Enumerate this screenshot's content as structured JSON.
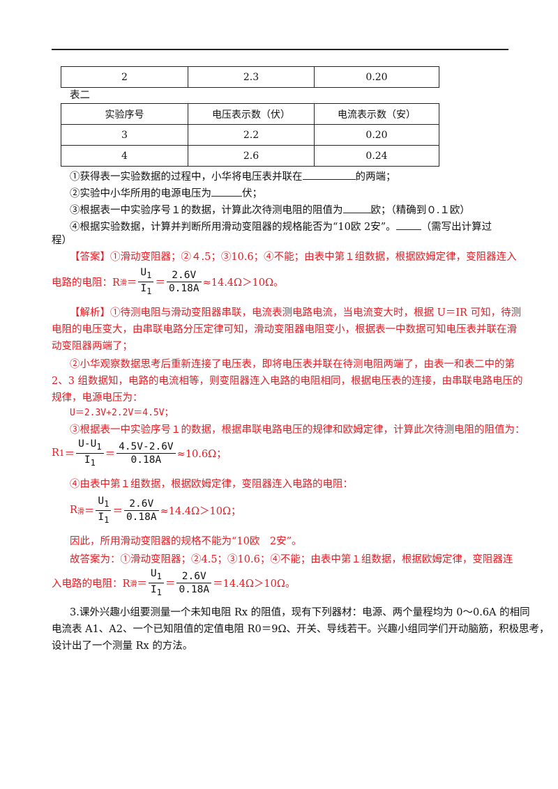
{
  "table1_row": [
    "2",
    "2.3",
    "0.20"
  ],
  "table2": {
    "caption": "表二",
    "headers": [
      "实验序号",
      "电压表示数（伏）",
      "电流表示数（安）"
    ],
    "rows": [
      [
        "3",
        "2.2",
        "0.20"
      ],
      [
        "4",
        "2.6",
        "0.24"
      ]
    ]
  },
  "questions": {
    "q1a": "①获得表一实验数据的过程中，小华将电压表并联在",
    "q1b": "的两端；",
    "q2a": "②实验中小华所用的电源电压为",
    "q2b": "伏；",
    "q3a": "③根据表一中实验序号１的数据，计算此次待测电阻的阻值为",
    "q3b": "欧；（精确到０.１欧）",
    "q4a": "④根据实验数据，计算并判断所用滑动变阻器的规格能否为“10欧 2安”。",
    "q4b": "（需写出计算过",
    "q4c": "程）"
  },
  "answer": {
    "line1": "【答案】①滑动变阻器；②４.5；③10.6；④不能；由表中第１组数据，根据欧姆定律，变阻器连入",
    "line2_prefix": "电路的电阻：R",
    "sub_hua": "滑",
    "eq": "＝",
    "u1": "U",
    "i1": "I",
    "sub1": "1",
    "num": "2.6V",
    "den": "0.18A",
    "result": "≈14.4Ω＞10Ω。"
  },
  "analysis": {
    "p1_l1": "【解析】①待测电阻与滑动变阻器串联，电流表测电路电流，当电流变大时，根据 U＝IR 可知，待测",
    "p1_l2": "电阻的电压变大，由串联电路分压定律可知，滑动变阻器电阻变小，根据表一中数据可知电压表并联在滑",
    "p1_l3": "动变阻器两端了；",
    "p2_l1": "②小华观察数据思考后重新连接了电压表，即将电压表并联在待测电阻两端了，由表一和表二中的第",
    "p2_l2": "2、3 组数据知，电路的电流相等，则变阻器连入电路的电阻相同，根据电压表的连接，由串联电路电压的",
    "p2_l3": "规律，电源电压为：",
    "p2_eq": "U＝2.3V+2.2V＝4.5V；",
    "p3_l1": "③根据表一中实验序号１的数据，根据串联电路电压的规律和欧姆定律，计算此次待测电阻的阻值为：",
    "p3_r": "R",
    "p3_num": "U-U",
    "p3_num2": "4.5V-2.6V",
    "p3_den2": "0.18A",
    "p3_result": "≈10.6Ω；",
    "p4_l1": "④由表中第１组数据，根据欧姆定律，变阻器连入电路的电阻：",
    "p4_result": "≈14.4Ω＞10Ω；",
    "p5": "因此，所用滑动变阻器的规格不能为“10欧　2安”。",
    "p6_l1": "故答案为：①滑动变阻器；②4.5；③10.6；④不能；由表中第１组数据，根据欧姆定律，变阻器连",
    "p6_l2": "入电路的电阻：R",
    "p6_result": "＝14.4Ω＞10Ω。"
  },
  "q3": {
    "l1": "3.课外兴趣小组要测量一个未知电阻 Rx 的阻值，现有下列器材：电源、两个量程均为 0～0.6A 的相同",
    "l2": "电流表 A1、A2、一个已知阻值的定值电阻 R0＝9Ω、开关、导线若干。兴趣小组同学们开动脑筋，积极思考，",
    "l3": "设计出了一个测量 Rx 的方法。"
  }
}
